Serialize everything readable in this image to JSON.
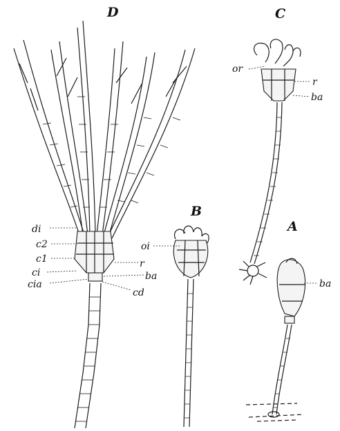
{
  "figures": [
    {
      "id": "D",
      "caption": "D",
      "labels": [
        "di",
        "c2",
        "c1",
        "ci",
        "cia",
        "r",
        "ba",
        "cd"
      ]
    },
    {
      "id": "C",
      "caption": "C",
      "labels": [
        "or",
        "r",
        "ba"
      ]
    },
    {
      "id": "B",
      "caption": "B",
      "labels": [
        "oi"
      ]
    },
    {
      "id": "A",
      "caption": "A",
      "labels": [
        "ba"
      ]
    }
  ]
}
